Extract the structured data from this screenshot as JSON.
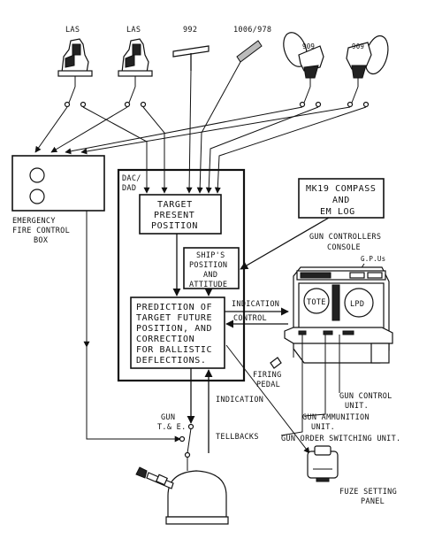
{
  "sensors": {
    "las_1": "LAS",
    "las_2": "LAS",
    "radar_992": "992",
    "radar_1006": "1006/978",
    "tracker_909_a": "909",
    "tracker_909_b": "909"
  },
  "emergency_box": {
    "line1": "EMERGENCY",
    "line2": "FIRE CONTROL",
    "line3": "BOX"
  },
  "dac": {
    "line1": "DAC/",
    "line2": "DAD"
  },
  "target_present": {
    "line1": "TARGET",
    "line2": "PRESENT",
    "line3": "POSITION"
  },
  "ships_position": {
    "line1": "SHIP'S",
    "line2": "POSITION",
    "line3": "AND",
    "line4": "ATTITUDE"
  },
  "prediction": {
    "line1": "PREDICTION OF",
    "line2": "TARGET FUTURE",
    "line3": "POSITION, AND",
    "line4": "CORRECTION",
    "line5": "FOR BALLISTIC",
    "line6": "DEFLECTIONS."
  },
  "compass": {
    "line1": "MK19 COMPASS",
    "line2": "AND",
    "line3": "EM LOG"
  },
  "console": {
    "title1": "GUN CONTROLLERS",
    "title2": "CONSOLE",
    "gpus": "G.P.Us",
    "tote": "TOTE",
    "lpd": "LPD"
  },
  "flows": {
    "indication_top": "INDICATION",
    "control": "CONTROL",
    "indication_bottom": "INDICATION",
    "tellbacks": "TELLBACKS",
    "gun_te_1": "GUN",
    "gun_te_2": "T.& E."
  },
  "units": {
    "firing_pedal_1": "FIRING",
    "firing_pedal_2": "PEDAL",
    "gun_control_1": "GUN CONTROL",
    "gun_control_2": "UNIT.",
    "gun_ammo_1": "GUN AMMUNITION",
    "gun_ammo_2": "UNIT.",
    "gun_order": "GUN ORDER SWITCHING UNIT.",
    "fuze_1": "FUZE SETTING",
    "fuze_2": "PANEL"
  }
}
